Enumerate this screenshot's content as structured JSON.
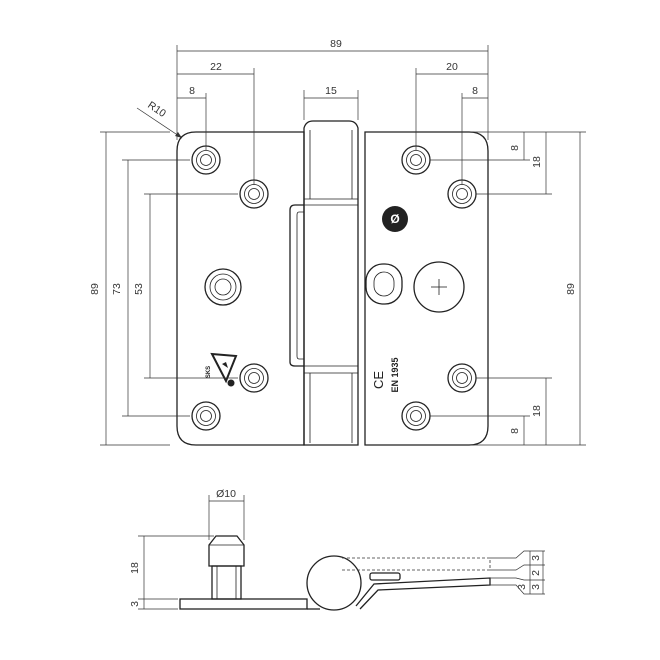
{
  "top_view": {
    "dimensions": {
      "overall_width": "89",
      "left_hole_center": "22",
      "left_hole_edge": "8",
      "knuckle_width": "15",
      "right_hole_center": "20",
      "right_hole_edge": "8",
      "corner_radius": "R10",
      "overall_height_left": "89",
      "left_hole_spacing": "73",
      "left_hole_spacing_inner": "53",
      "overall_height_right": "89",
      "right_top_edge": "8",
      "right_top_center": "18",
      "right_bottom_center": "18",
      "right_bottom_edge": "8"
    },
    "markings": {
      "ce_mark": "CE",
      "en_standard": "EN 1935",
      "class_code": "Ø",
      "sks_mark": "SKS"
    }
  },
  "side_view": {
    "dimensions": {
      "pin_diameter": "Ø10",
      "pin_height": "18",
      "plate_thickness": "3",
      "stack_upper": "3",
      "stack_middle": "2",
      "stack_lower": "3",
      "stack_right_lower": "3"
    }
  }
}
